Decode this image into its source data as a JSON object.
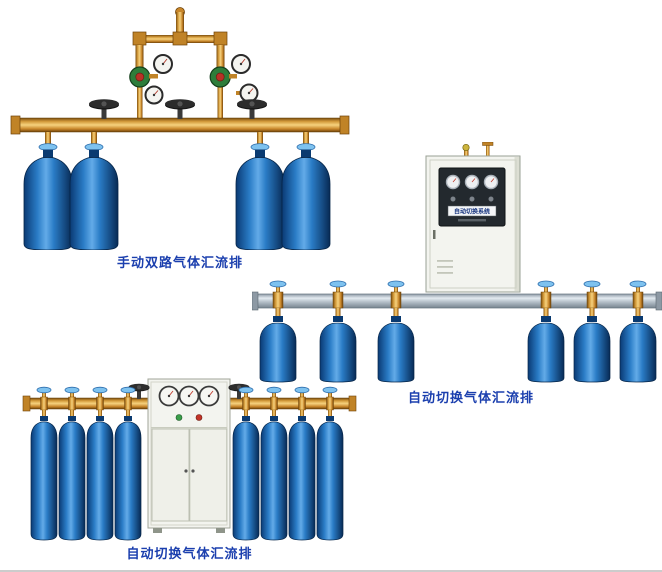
{
  "page": {
    "background_color": "#ffffff",
    "caption_color": "#1b3fae"
  },
  "products": [
    {
      "name": "manual-dual-circuit-gas-manifold",
      "caption": "手动双路气体汇流排"
    },
    {
      "name": "automatic-switching-gas-manifold-wall-cabinet",
      "caption": "自动切换气体汇流排",
      "cabinet_label": "自动切换系统"
    },
    {
      "name": "automatic-switching-gas-manifold-floor-cabinet",
      "caption": "自动切换气体汇流排"
    }
  ],
  "colors": {
    "cylinder_blue": "#2a7cc6",
    "brass_pipe": "#c8862a",
    "rail_silver": "#b7c2cb",
    "cabinet_body": "#f3f4ef",
    "valve_wheel_blue": "#7ec2ef",
    "handwheel_black": "#181818"
  }
}
